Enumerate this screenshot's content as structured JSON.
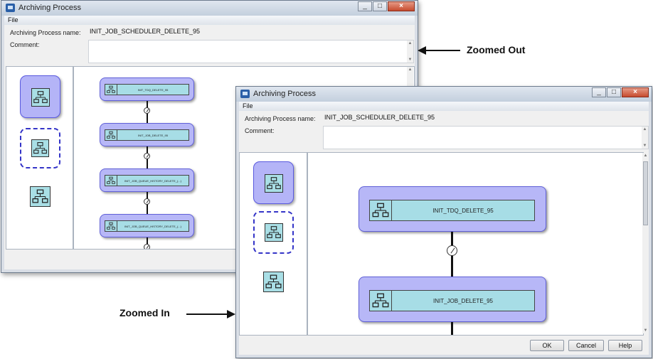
{
  "back_window": {
    "title": "Archiving Process",
    "menu_file": "File",
    "name_label": "Archiving Process name:",
    "name_value": "INIT_JOB_SCHEDULER_DELETE_95",
    "comment_label": "Comment:",
    "nodes": [
      "INIT_TDQ_DELETE_95",
      "INIT_JOB_DELETE_95",
      "INIT_JOB_QUEUE_HISTORY_DELETE_(...)",
      "INIT_JOB_QUEUE_HISTORY_DELETE_(...)"
    ]
  },
  "front_window": {
    "title": "Archiving Process",
    "menu_file": "File",
    "name_label": "Archiving Process name:",
    "name_value": "INIT_JOB_SCHEDULER_DELETE_95",
    "comment_label": "Comment:",
    "nodes": [
      "INIT_TDQ_DELETE_95",
      "INIT_JOB_DELETE_95"
    ],
    "buttons": {
      "ok": "OK",
      "cancel": "Cancel",
      "help": "Help"
    }
  },
  "annotations": {
    "zoomed_out": "Zoomed Out",
    "zoomed_in": "Zoomed In"
  },
  "icons": {
    "flow": "flowchart-icon",
    "app": "app-icon",
    "gauge": "timer-icon"
  }
}
